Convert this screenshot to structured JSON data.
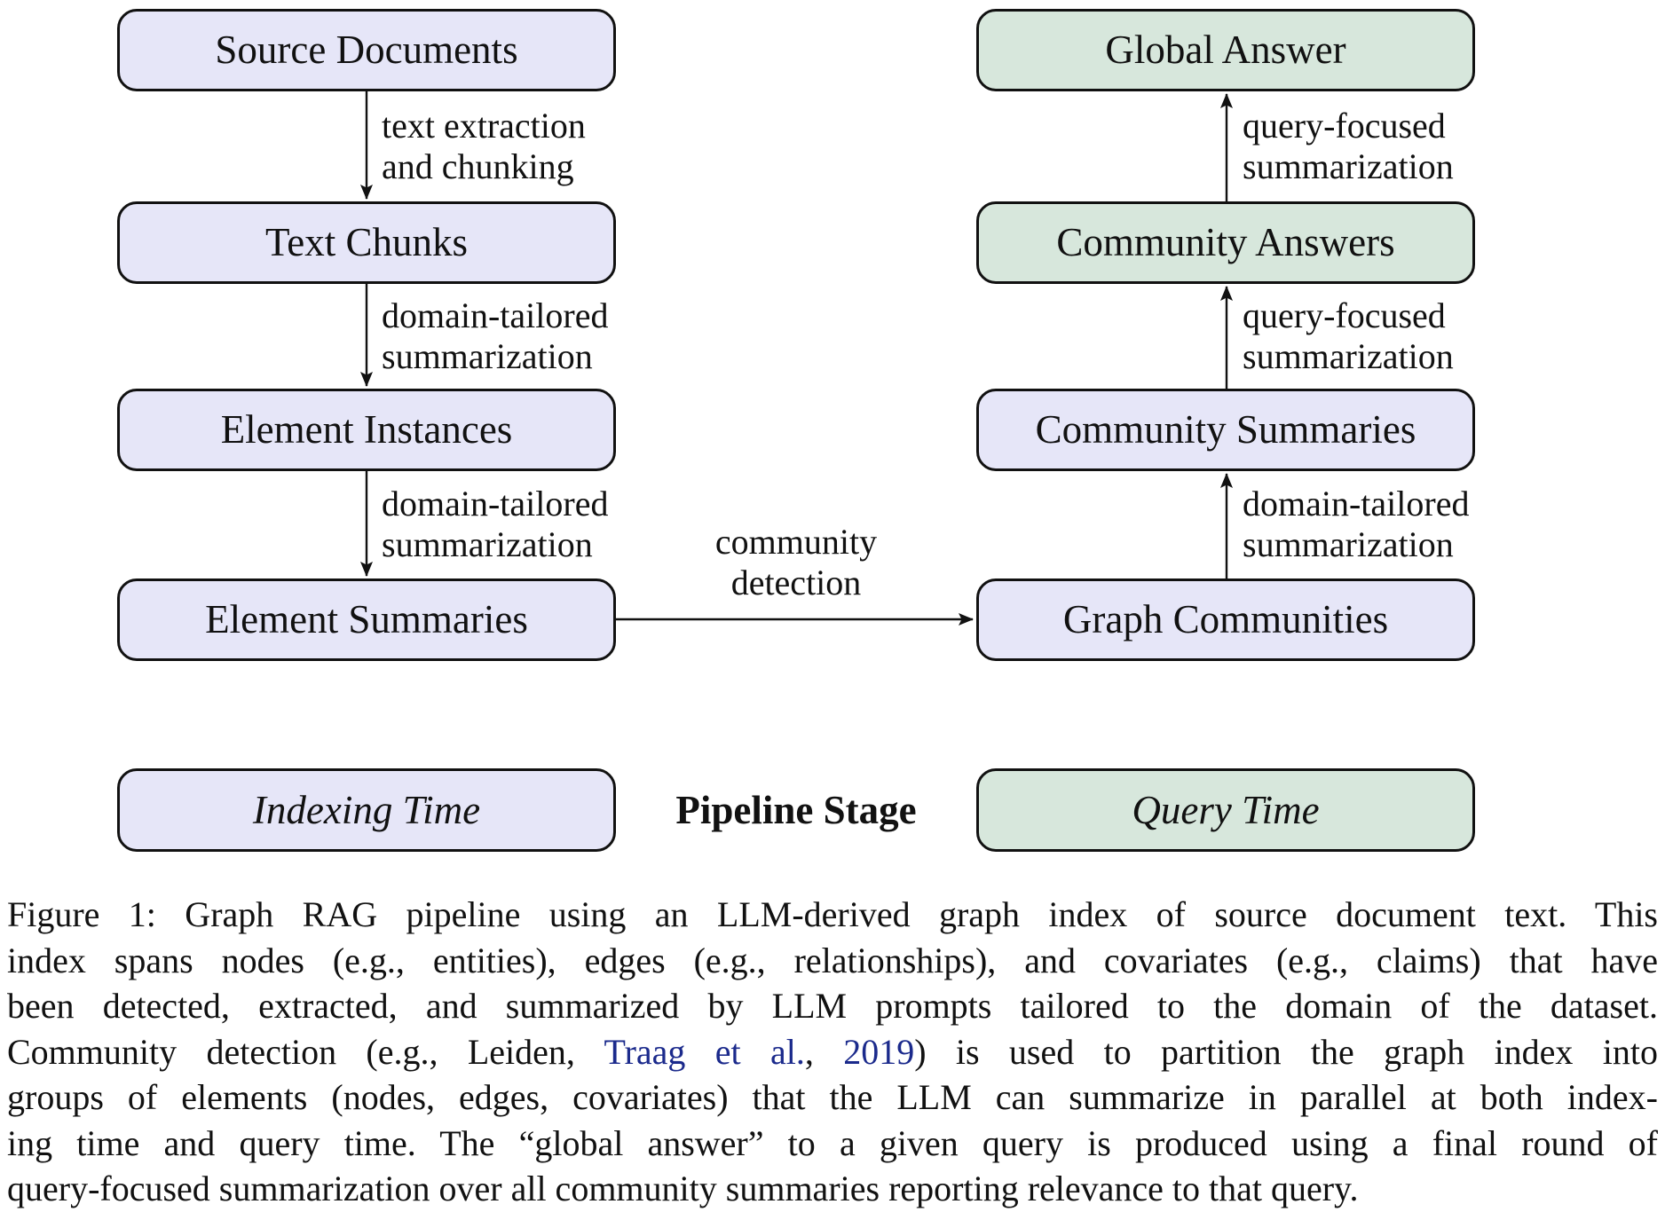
{
  "colors": {
    "lavender": "#E6E6F8",
    "green": "#D7E7DC",
    "border": "#111111",
    "link": "#1B2A8C"
  },
  "nodes": {
    "source_documents": "Source Documents",
    "text_chunks": "Text Chunks",
    "element_instances": "Element Instances",
    "element_summaries": "Element Summaries",
    "global_answer": "Global Answer",
    "community_answers": "Community Answers",
    "community_summaries": "Community Summaries",
    "graph_communities": "Graph Communities"
  },
  "edges": {
    "src_to_chunks": {
      "line1": "text extraction",
      "line2": "and chunking"
    },
    "chunks_to_instances": {
      "line1": "domain-tailored",
      "line2": "summarization"
    },
    "instances_to_summaries": {
      "line1": "domain-tailored",
      "line2": "summarization"
    },
    "summaries_to_communities": {
      "line1": "community",
      "line2": "detection"
    },
    "communities_to_csummaries": {
      "line1": "domain-tailored",
      "line2": "summarization"
    },
    "csummaries_to_canswers": {
      "line1": "query-focused",
      "line2": "summarization"
    },
    "canswers_to_ganswer": {
      "line1": "query-focused",
      "line2": "summarization"
    }
  },
  "legend": {
    "indexing_label": "Indexing Time",
    "stage_label": "Pipeline Stage",
    "query_label": "Query Time"
  },
  "caption": {
    "line1": "Figure 1: Graph RAG pipeline using an LLM-derived graph index of source document text. This",
    "line2": "index spans nodes (e.g., entities), edges (e.g., relationships), and covariates (e.g., claims) that have",
    "line3": "been detected, extracted, and summarized by LLM prompts tailored to the domain of the dataset.",
    "line4_pre": "Community detection (e.g., Leiden, ",
    "line4_cite_author": "Traag et al.",
    "line4_mid": ", ",
    "line4_cite_year": "2019",
    "line4_post": ") is used to partition the graph index into",
    "line5": "groups of elements (nodes, edges, covariates) that the LLM can summarize in parallel at both index-",
    "line6": "ing time and query time. The “global answer” to a given query is produced using a final round of",
    "line7": "query-focused summarization over all community summaries reporting relevance to that query."
  }
}
